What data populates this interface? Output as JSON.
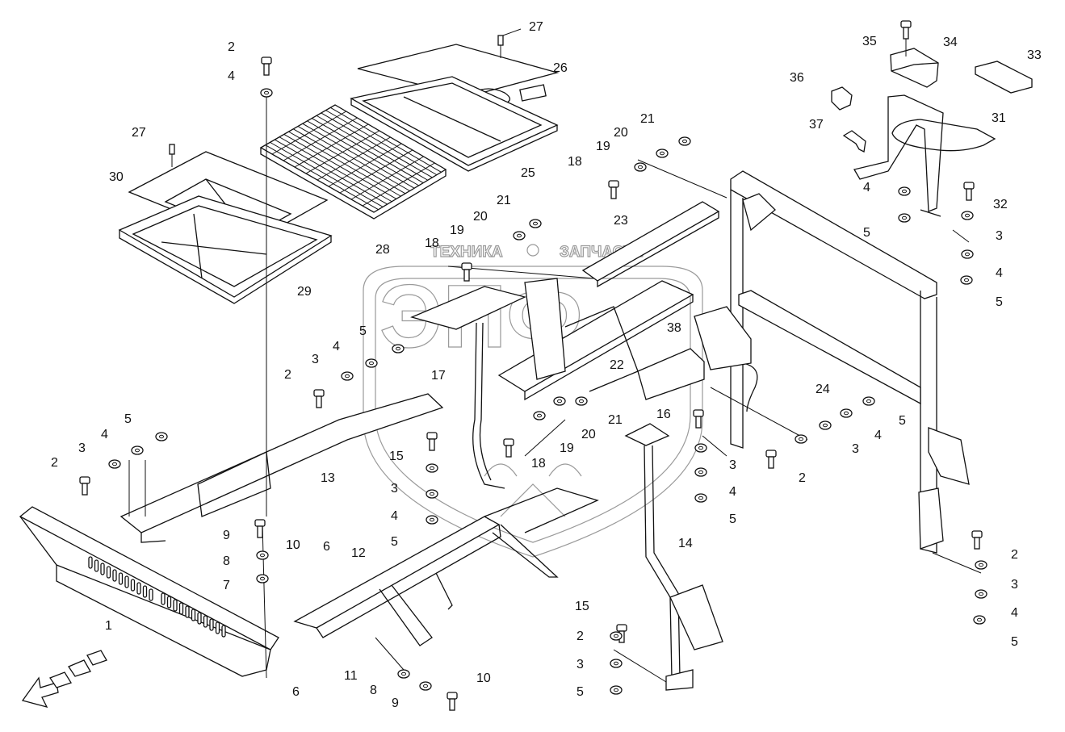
{
  "watermark": {
    "top_text_left": "ТЕХНИКА",
    "top_text_right": "ЗАПЧАСТИ",
    "logo_text": "ЭПФ"
  },
  "callouts": [
    {
      "id": "c27a",
      "label": "27"
    },
    {
      "id": "c26",
      "label": "26"
    },
    {
      "id": "c2a",
      "label": "2"
    },
    {
      "id": "c4a",
      "label": "4"
    },
    {
      "id": "c27b",
      "label": "27"
    },
    {
      "id": "c30",
      "label": "30"
    },
    {
      "id": "c25",
      "label": "25"
    },
    {
      "id": "c28",
      "label": "28"
    },
    {
      "id": "c29",
      "label": "29"
    },
    {
      "id": "c35",
      "label": "35"
    },
    {
      "id": "c34",
      "label": "34"
    },
    {
      "id": "c33",
      "label": "33"
    },
    {
      "id": "c36",
      "label": "36"
    },
    {
      "id": "c37",
      "label": "37"
    },
    {
      "id": "c31",
      "label": "31"
    },
    {
      "id": "c21a",
      "label": "21"
    },
    {
      "id": "c20a",
      "label": "20"
    },
    {
      "id": "c19a",
      "label": "19"
    },
    {
      "id": "c18a",
      "label": "18"
    },
    {
      "id": "c23",
      "label": "23"
    },
    {
      "id": "c21b",
      "label": "21"
    },
    {
      "id": "c20b",
      "label": "20"
    },
    {
      "id": "c19b",
      "label": "19"
    },
    {
      "id": "c18b",
      "label": "18"
    },
    {
      "id": "c32",
      "label": "32"
    },
    {
      "id": "c4b",
      "label": "4"
    },
    {
      "id": "c3a",
      "label": "3"
    },
    {
      "id": "c5a",
      "label": "5"
    },
    {
      "id": "c4c",
      "label": "4"
    },
    {
      "id": "c5b",
      "label": "5"
    },
    {
      "id": "c5c",
      "label": "5"
    },
    {
      "id": "c4d",
      "label": "4"
    },
    {
      "id": "c3b",
      "label": "3"
    },
    {
      "id": "c2b",
      "label": "2"
    },
    {
      "id": "c17",
      "label": "17"
    },
    {
      "id": "c22",
      "label": "22"
    },
    {
      "id": "c38",
      "label": "38"
    },
    {
      "id": "c24",
      "label": "24"
    },
    {
      "id": "c5d",
      "label": "5"
    },
    {
      "id": "c4e",
      "label": "4"
    },
    {
      "id": "c3c",
      "label": "3"
    },
    {
      "id": "c2c",
      "label": "2"
    },
    {
      "id": "c21c",
      "label": "21"
    },
    {
      "id": "c20c",
      "label": "20"
    },
    {
      "id": "c19c",
      "label": "19"
    },
    {
      "id": "c18c",
      "label": "18"
    },
    {
      "id": "c16",
      "label": "16"
    },
    {
      "id": "c3d",
      "label": "3"
    },
    {
      "id": "c4f",
      "label": "4"
    },
    {
      "id": "c5e",
      "label": "5"
    },
    {
      "id": "c5f",
      "label": "5"
    },
    {
      "id": "c4g",
      "label": "4"
    },
    {
      "id": "c3e",
      "label": "3"
    },
    {
      "id": "c2d",
      "label": "2"
    },
    {
      "id": "c13",
      "label": "13"
    },
    {
      "id": "c15a",
      "label": "15"
    },
    {
      "id": "c3f",
      "label": "3"
    },
    {
      "id": "c4h",
      "label": "4"
    },
    {
      "id": "c5g",
      "label": "5"
    },
    {
      "id": "c14",
      "label": "14"
    },
    {
      "id": "c9a",
      "label": "9"
    },
    {
      "id": "c10a",
      "label": "10"
    },
    {
      "id": "c8a",
      "label": "8"
    },
    {
      "id": "c7",
      "label": "7"
    },
    {
      "id": "c6a",
      "label": "6"
    },
    {
      "id": "c12",
      "label": "12"
    },
    {
      "id": "c1",
      "label": "1"
    },
    {
      "id": "c6b",
      "label": "6"
    },
    {
      "id": "c11",
      "label": "11"
    },
    {
      "id": "c8b",
      "label": "8"
    },
    {
      "id": "c9b",
      "label": "9"
    },
    {
      "id": "c10b",
      "label": "10"
    },
    {
      "id": "c15b",
      "label": "15"
    },
    {
      "id": "c2e",
      "label": "2"
    },
    {
      "id": "c3g",
      "label": "3"
    },
    {
      "id": "c5h",
      "label": "5"
    },
    {
      "id": "c2f",
      "label": "2"
    },
    {
      "id": "c3h",
      "label": "3"
    },
    {
      "id": "c4i",
      "label": "4"
    },
    {
      "id": "c5i",
      "label": "5"
    }
  ]
}
